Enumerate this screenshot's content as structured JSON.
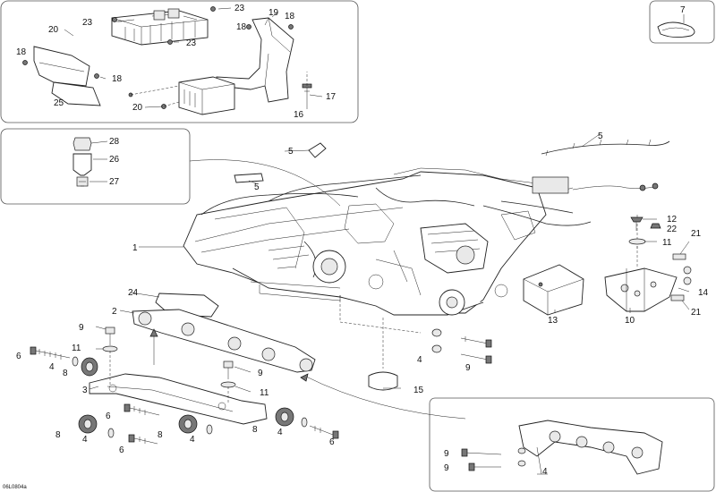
{
  "diagram": {
    "drawing_code": "06L0804a",
    "part_numbers": [
      "1",
      "2",
      "3",
      "4",
      "5",
      "6",
      "7",
      "8",
      "9",
      "10",
      "11",
      "12",
      "13",
      "14",
      "15",
      "16",
      "17",
      "18",
      "19",
      "20",
      "21",
      "22",
      "23",
      "24",
      "25",
      "26",
      "27",
      "28"
    ]
  }
}
